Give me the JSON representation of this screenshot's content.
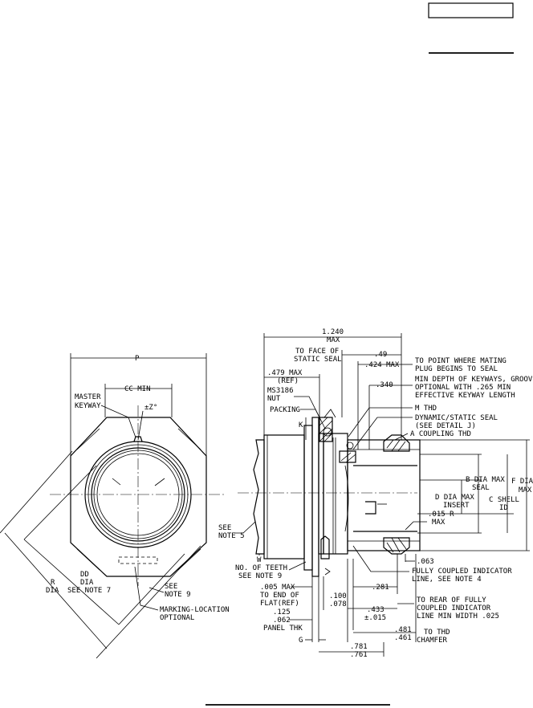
{
  "front_view": {
    "p": "P",
    "cc_min": "CC MIN",
    "master_keyway": [
      "MASTER",
      "KEYWAY"
    ],
    "z": "±Z°",
    "dd": [
      "DD",
      "DIA",
      "SEE NOTE 7"
    ],
    "r": [
      "R",
      "DIA"
    ],
    "see_note_9": [
      "SEE",
      "NOTE 9"
    ],
    "marking": [
      "MARKING-LOCATION",
      "OPTIONAL"
    ]
  },
  "side_view": {
    "len_1240": [
      "1.240",
      "MAX"
    ],
    "static_seal": [
      "TO FACE OF",
      "STATIC SEAL"
    ],
    "d49": ".49",
    "d424": ".424 MAX",
    "d479": [
      ".479 MAX",
      "(REF)"
    ],
    "ms3186": [
      "MS3186",
      "NUT"
    ],
    "packing": "PACKING",
    "k": "K",
    "notes_right_1": [
      "TO POINT WHERE MATING",
      "PLUG BEGINS TO SEAL"
    ],
    "d340": ".340",
    "notes_right_2": [
      "MIN DEPTH OF KEYWAYS, GROOVE",
      "OPTIONAL WITH .265 MIN",
      "EFFECTIVE KEYWAY LENGTH"
    ],
    "m_thd": "M THD",
    "dyn_seal": [
      "DYNAMIC/STATIC SEAL",
      "(SEE DETAIL J)"
    ],
    "a_thd": "A COUPLING THD",
    "b_dia": [
      "B DIA MAX",
      "SEAL"
    ],
    "f_dia": [
      "F DIA",
      "MAX"
    ],
    "c_shell": [
      "C SHELL",
      "ID"
    ],
    "d_dia": [
      "D DIA MAX",
      "INSERT"
    ],
    "r015": [
      ".015 R",
      "MAX"
    ],
    "see_note_5": [
      "SEE",
      "NOTE 5"
    ],
    "w": "W",
    "teeth": [
      "NO. OF TEETH",
      "SEE NOTE 9"
    ],
    "d063": ".063",
    "fully_coupled": [
      "FULLY COUPLED INDICATOR",
      "LINE, SEE NOTE 4"
    ],
    "d281": ".281",
    "d005": [
      ".005 MAX",
      "TO END OF",
      "FLAT(REF)"
    ],
    "d100": [
      ".100",
      ".078"
    ],
    "d433": [
      ".433",
      "±.015"
    ],
    "to_rear": [
      "TO REAR OF FULLY",
      "COUPLED INDICATOR",
      "LINE MIN WIDTH .025"
    ],
    "panel": [
      ".125",
      ".062",
      "PANEL THK"
    ],
    "d481": [
      ".481",
      ".461"
    ],
    "to_thd": [
      "TO THD",
      "CHAMFER"
    ],
    "g": "G",
    "d781": [
      ".781",
      ".761"
    ]
  }
}
